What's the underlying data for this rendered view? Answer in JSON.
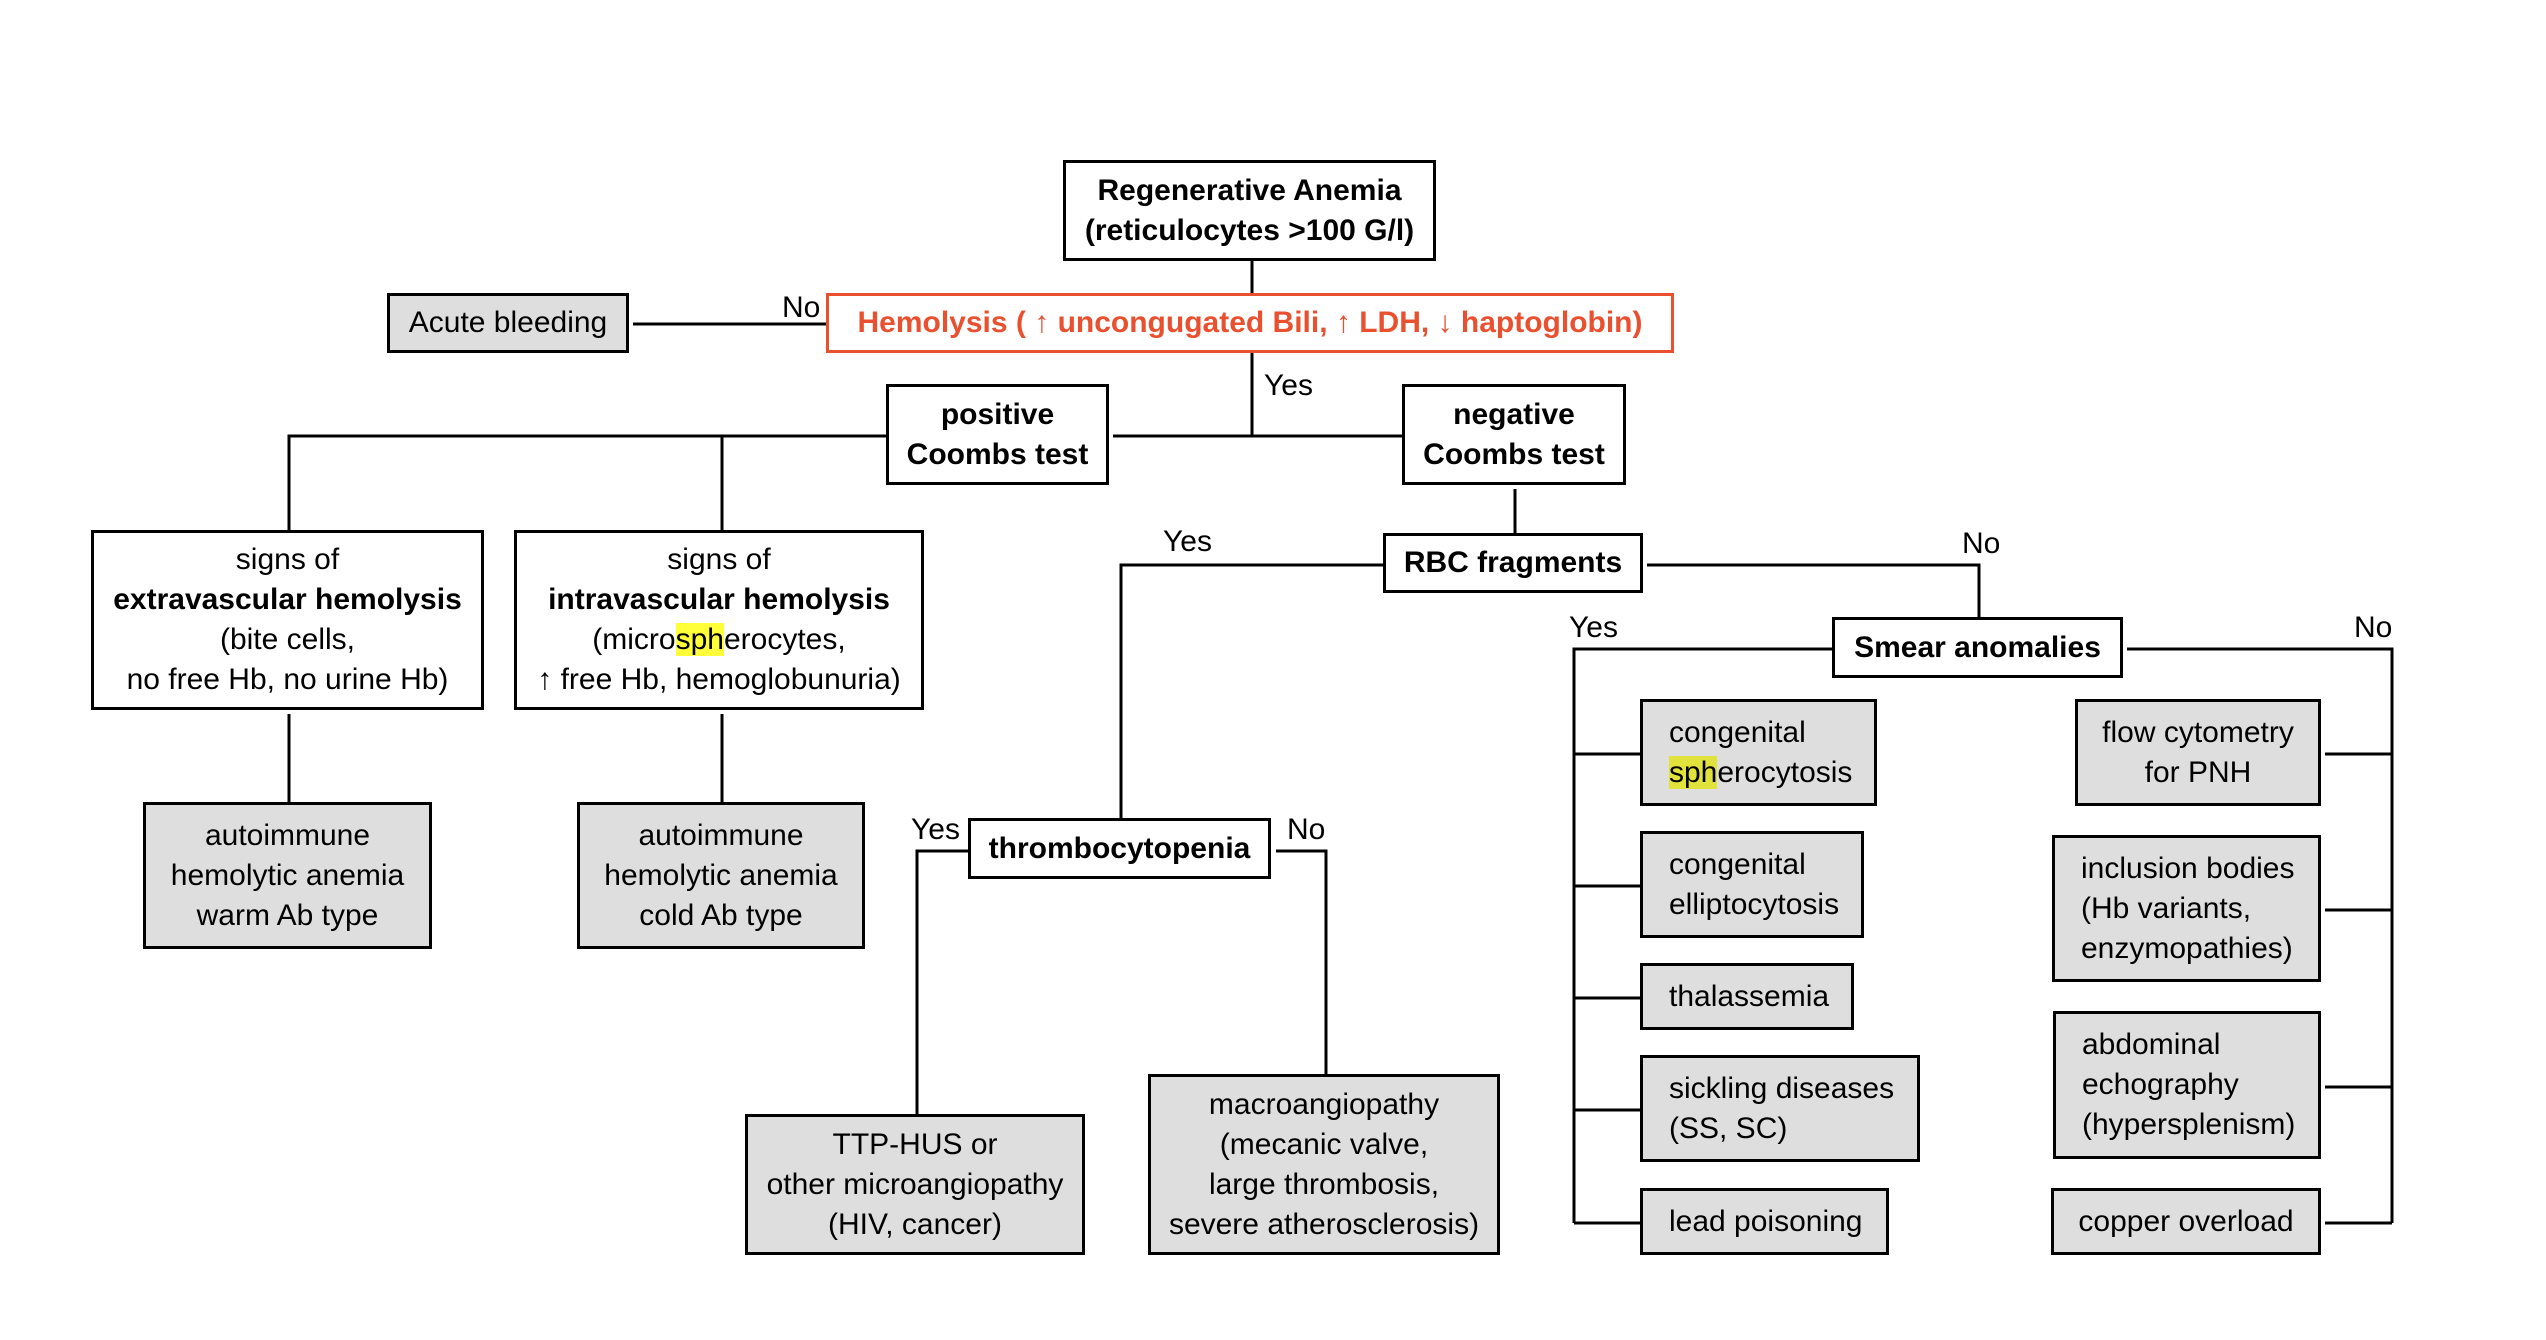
{
  "title": "Regenerative Anemia diagnostic flowchart",
  "colors": {
    "hemolysis_red": "#e9502f",
    "terminal_fill": "#dedede",
    "highlight": "#ffff3a"
  },
  "nodes": {
    "root": {
      "line1": "Regenerative Anemia",
      "line2": "(reticulocytes >100 G/l)"
    },
    "hemolysis": {
      "text": "Hemolysis ( ↑ uncongugated Bili, ↑ LDH, ↓ haptoglobin)"
    },
    "acute_bleeding": {
      "text": "Acute bleeding"
    },
    "positive_coombs": {
      "line1": "positive",
      "line2": "Coombs test"
    },
    "negative_coombs": {
      "line1": "negative",
      "line2": "Coombs test"
    },
    "extravascular": {
      "line1": "signs of",
      "line2": "extravascular hemolysis",
      "line3": "(bite cells,",
      "line4": "no free Hb, no urine Hb)"
    },
    "intravascular": {
      "line1": "signs of",
      "line2": "intravascular hemolysis",
      "line3_pre": "(micro",
      "line3_hl": "sph",
      "line3_post": "erocytes,",
      "line4": "↑ free Hb, hemoglobunuria)"
    },
    "aiha_warm": {
      "line1": "autoimmune",
      "line2": "hemolytic anemia",
      "line3": "warm Ab type"
    },
    "aiha_cold": {
      "line1": "autoimmune",
      "line2": "hemolytic anemia",
      "line3": "cold Ab type"
    },
    "rbc_fragments": {
      "text": "RBC fragments"
    },
    "thrombocytopenia": {
      "text": "thrombocytopenia"
    },
    "ttp_hus": {
      "line1": "TTP-HUS or",
      "line2": "other microangiopathy",
      "line3": "(HIV, cancer)"
    },
    "macroangiopathy": {
      "line1": "macroangiopathy",
      "line2": "(mecanic valve,",
      "line3": "large thrombosis,",
      "line4": "severe atherosclerosis)"
    },
    "smear_anomalies": {
      "text": "Smear anomalies"
    },
    "spherocytosis": {
      "line1": "congenital",
      "line2_hl": "sph",
      "line2_post": "erocytosis"
    },
    "elliptocytosis": {
      "line1": "congenital",
      "line2": "elliptocytosis"
    },
    "thalassemia": {
      "text": "thalassemia"
    },
    "sickling": {
      "line1": "sickling diseases",
      "line2": "(SS, SC)"
    },
    "lead": {
      "text": "lead poisoning"
    },
    "flow_cytometry": {
      "line1": "flow cytometry",
      "line2": "for PNH"
    },
    "inclusion_bodies": {
      "line1": "inclusion bodies",
      "line2": "(Hb variants,",
      "line3": "enzymopathies)"
    },
    "abdominal_echo": {
      "line1": "abdominal",
      "line2": "echography",
      "line3": "(hypersplenism)"
    },
    "copper": {
      "text": "copper overload"
    }
  },
  "edge_labels": {
    "hemolysis_no": "No",
    "hemolysis_yes": "Yes",
    "rbc_yes": "Yes",
    "rbc_no": "No",
    "thrombo_yes": "Yes",
    "thrombo_no": "No",
    "smear_yes": "Yes",
    "smear_no": "No"
  }
}
